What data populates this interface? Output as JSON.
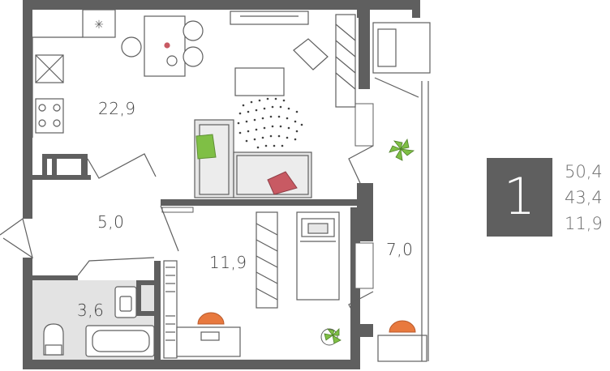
{
  "rooms": [
    {
      "id": "living-kitchen",
      "area": "22,9"
    },
    {
      "id": "hallway",
      "area": "5,0"
    },
    {
      "id": "bathroom",
      "area": "3,6"
    },
    {
      "id": "bedroom",
      "area": "11,9"
    },
    {
      "id": "loggia",
      "area": "7,0"
    }
  ],
  "summary": {
    "rooms_count": "1",
    "total_area": "50,4",
    "living_area": "43,4",
    "loggia_area": "11,9"
  },
  "colors": {
    "wall": "#5f5f5f",
    "badge": "#5f5f5f",
    "bathroom_floor": "#e3e3e3",
    "sofa": "#e6e6e6",
    "accent_green": "#7fbf45",
    "accent_red": "#c85a63",
    "accent_orange": "#e8793e"
  }
}
